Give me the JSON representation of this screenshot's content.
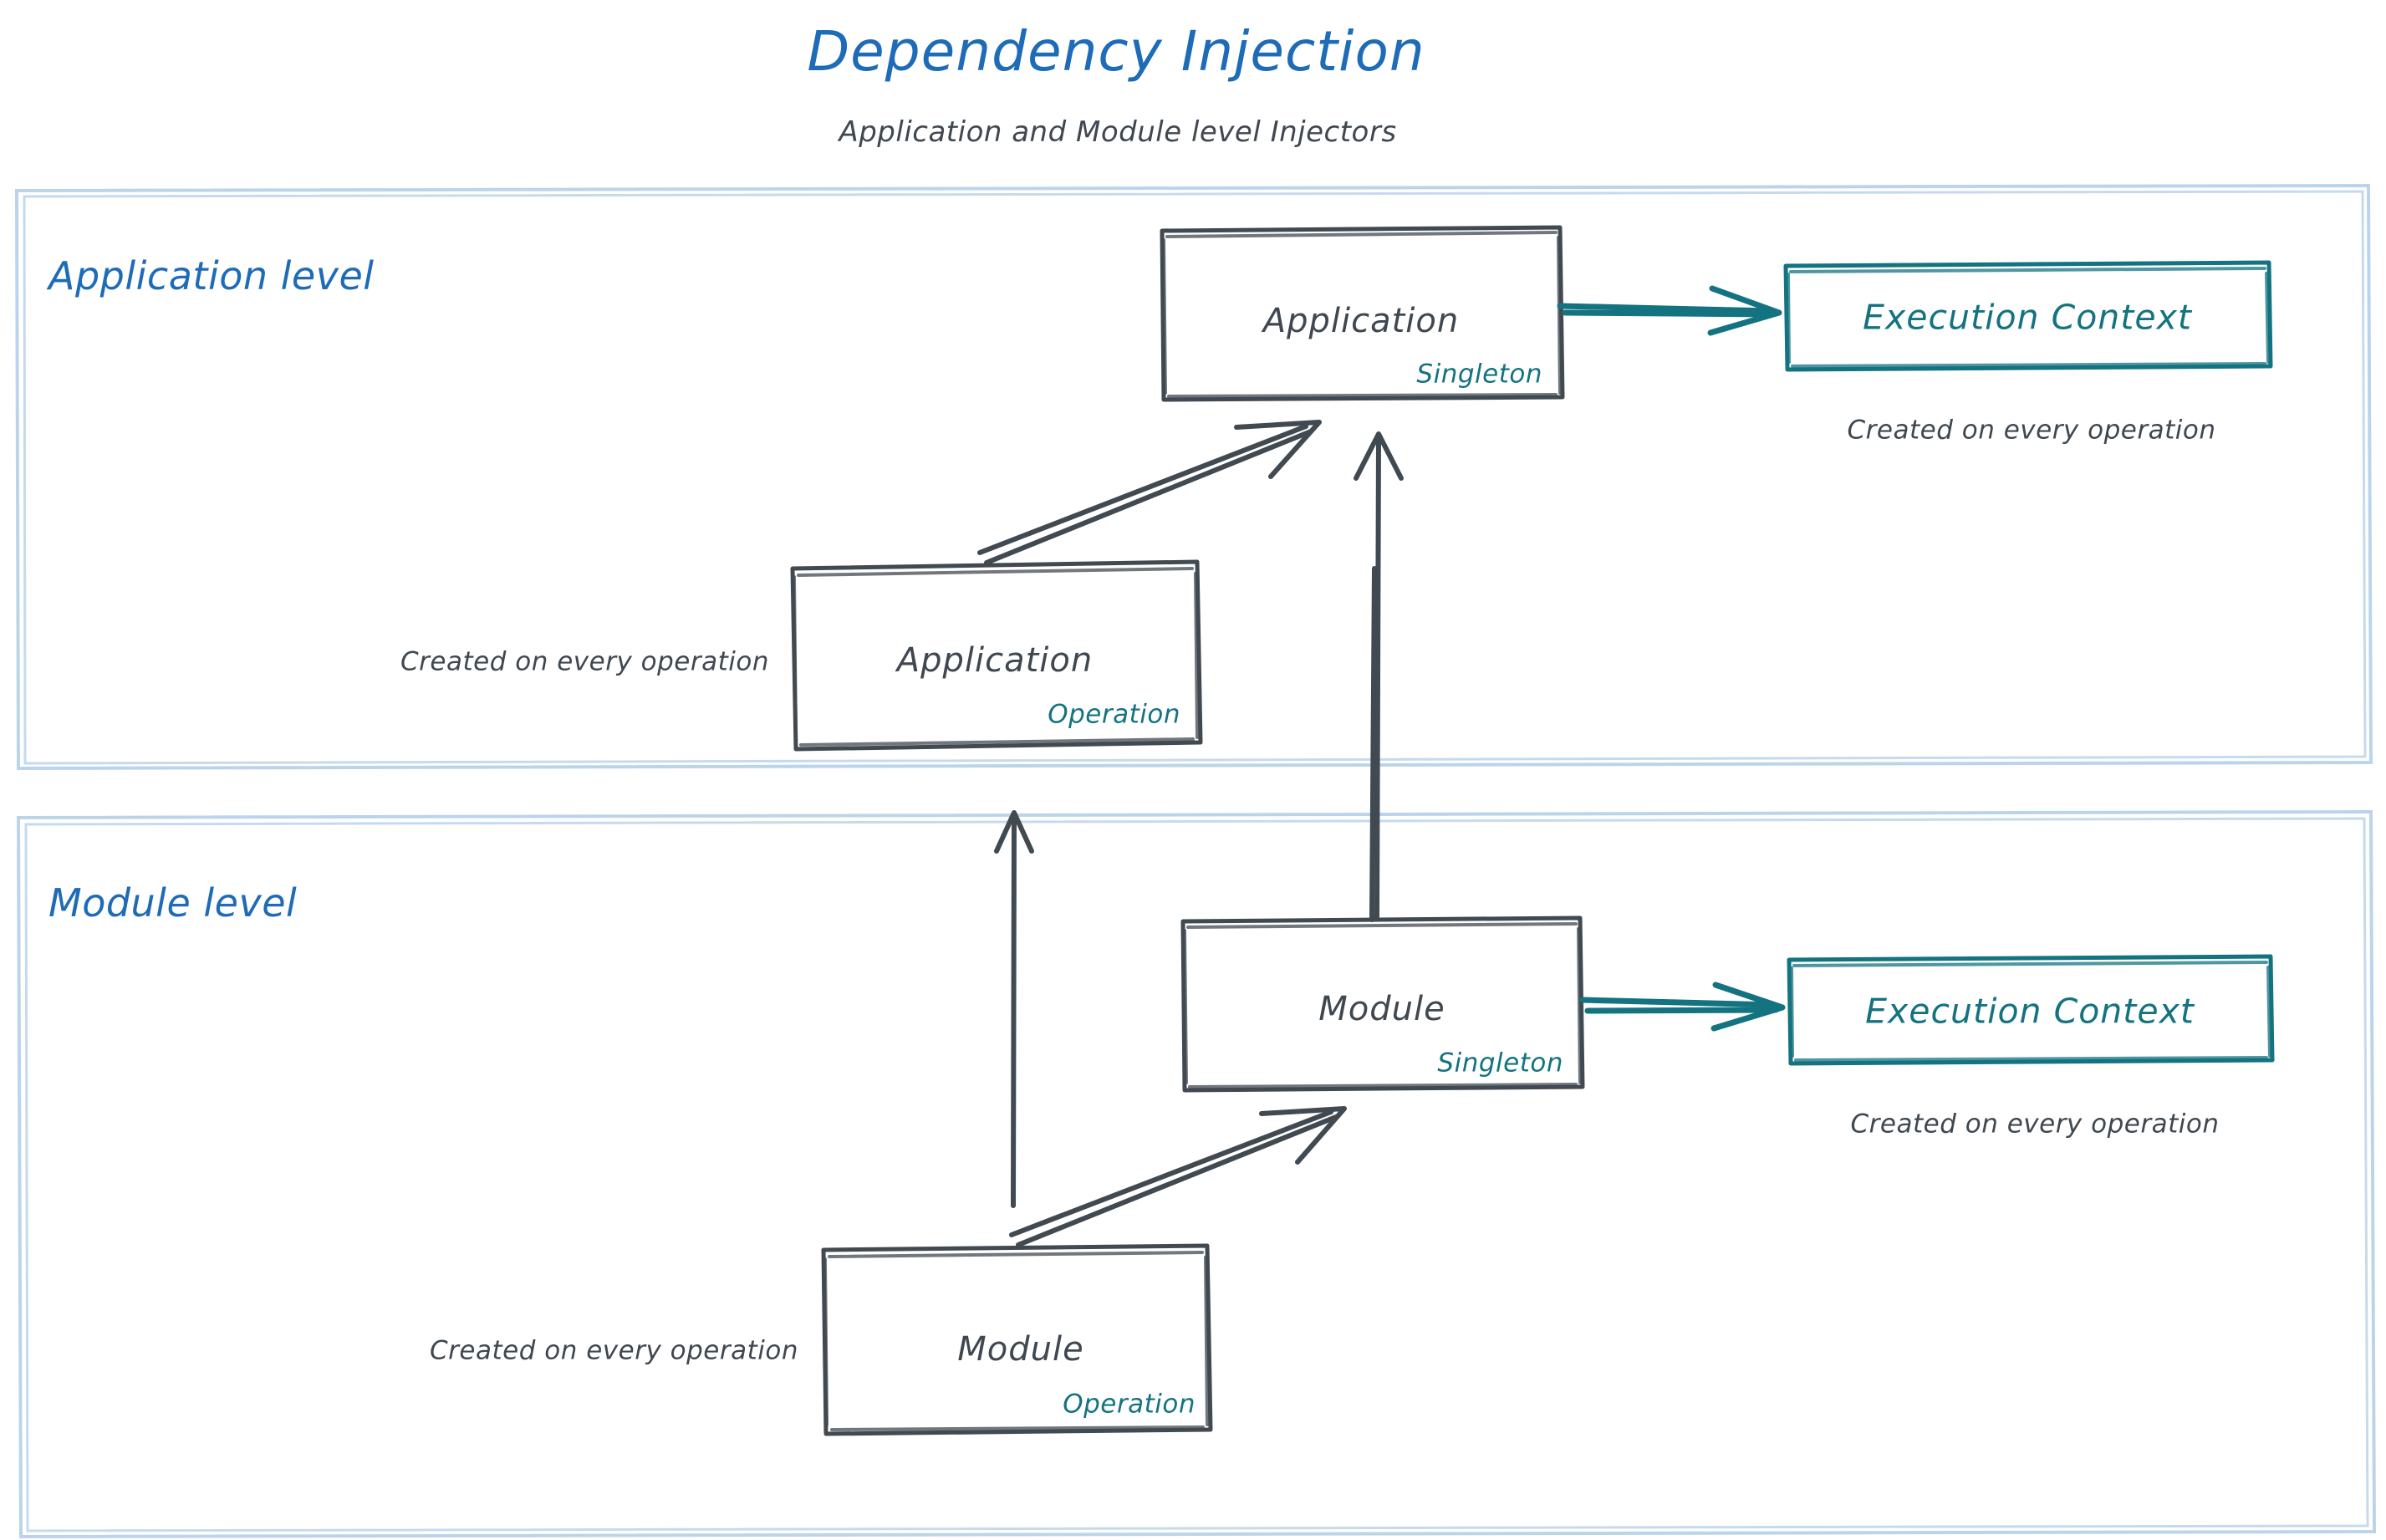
{
  "header": {
    "title": "Dependency Injection",
    "subtitle": "Application and Module level Injectors"
  },
  "colors": {
    "title_blue": "#1e6bb8",
    "panel_border_blue": "#bcd4ea",
    "node_stroke_gray": "#414951",
    "text_gray": "#3f4750",
    "accent_teal": "#147380",
    "background": "#ffffff"
  },
  "panels": [
    {
      "id": "application-level",
      "label": "Application level",
      "nodes": [
        {
          "id": "application-singleton",
          "title": "Application",
          "scope": "Singleton"
        },
        {
          "id": "application-operation",
          "title": "Application",
          "scope": "Operation",
          "note": "Created on every operation"
        },
        {
          "id": "application-execution-context",
          "title": "Execution Context",
          "note": "Created on every operation"
        }
      ]
    },
    {
      "id": "module-level",
      "label": "Module level",
      "nodes": [
        {
          "id": "module-singleton",
          "title": "Module",
          "scope": "Singleton"
        },
        {
          "id": "module-operation",
          "title": "Module",
          "scope": "Operation",
          "note": "Created on every operation"
        },
        {
          "id": "module-execution-context",
          "title": "Execution Context",
          "note": "Created on every operation"
        }
      ]
    }
  ],
  "edges": [
    {
      "id": "app-singleton-to-app-context",
      "from": "application-singleton",
      "to": "application-execution-context",
      "color": "#147380"
    },
    {
      "id": "app-operation-to-app-singleton",
      "from": "application-operation",
      "to": "application-singleton",
      "color": "#414951"
    },
    {
      "id": "module-singleton-to-app-singleton",
      "from": "module-singleton",
      "to": "application-singleton",
      "color": "#414951"
    },
    {
      "id": "module-operation-to-app-operation",
      "from": "module-operation",
      "to": "application-operation",
      "color": "#414951"
    },
    {
      "id": "module-operation-to-module-singleton",
      "from": "module-operation",
      "to": "module-singleton",
      "color": "#414951"
    },
    {
      "id": "module-singleton-to-module-context",
      "from": "module-singleton",
      "to": "module-execution-context",
      "color": "#147380"
    }
  ]
}
